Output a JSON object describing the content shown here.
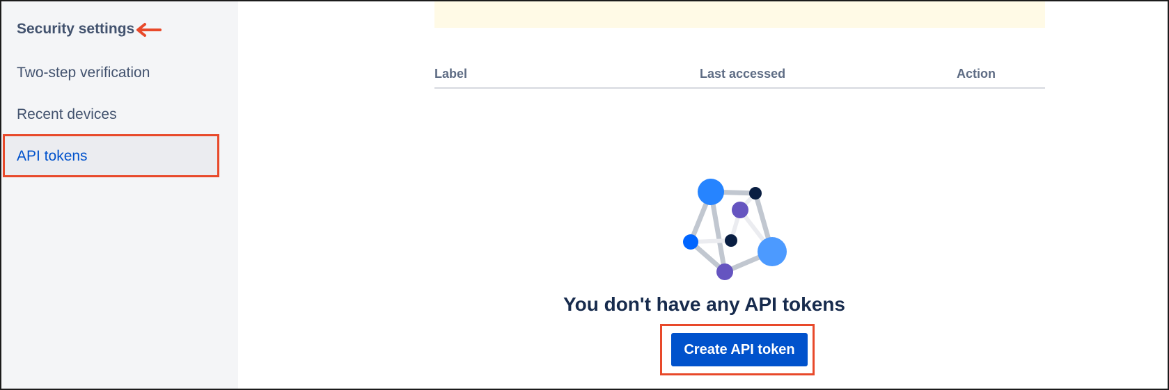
{
  "sidebar": {
    "heading": "Security settings",
    "items": [
      {
        "label": "Two-step verification"
      },
      {
        "label": "Recent devices"
      },
      {
        "label": "API tokens",
        "selected": true
      }
    ]
  },
  "tokens_table": {
    "columns": [
      "Label",
      "Last accessed",
      "Action"
    ]
  },
  "empty_state": {
    "illustration": "network-graph-icon",
    "title": "You don't have any API tokens",
    "create_button_label": "Create API token"
  },
  "colors": {
    "primary": "#0052cc",
    "selected_text": "#0052cc",
    "annotation": "#e8492a",
    "warning_banner": "#fffae6"
  }
}
